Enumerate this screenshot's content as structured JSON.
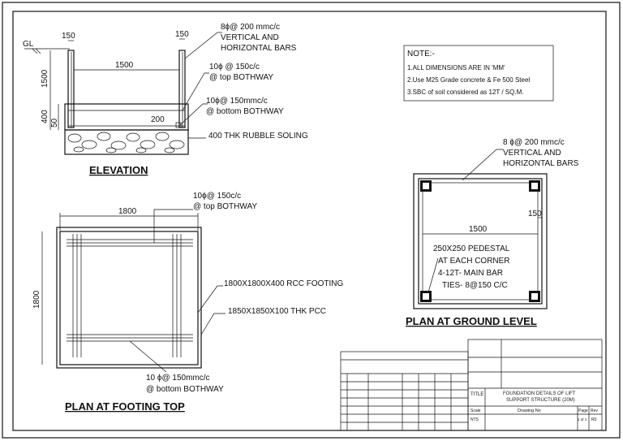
{
  "elevation": {
    "gl_label": "GL",
    "dim_wall_left": "150",
    "dim_wall_right": "150",
    "dim_width": "1500",
    "dim_height": "1500",
    "dim_base": "400",
    "dim_50": "50",
    "dim_200": "200",
    "ann_vert_line1": "8ϕ@ 200 mmc/c",
    "ann_vert_line2": "VERTICAL AND",
    "ann_vert_line3": "HORIZONTAL BARS",
    "ann_top_line1": "10ϕ @ 150c/c",
    "ann_top_line2": "@ top  BOTHWAY",
    "ann_bot_line1": "10ϕ@ 150mmc/c",
    "ann_bot_line2": "@ bottom  BOTHWAY",
    "ann_soling": "400 THK RUBBLE SOLING",
    "title": "ELEVATION"
  },
  "notes": {
    "heading": "NOTE:-",
    "items": [
      "1.ALL DIMENSIONS ARE IN 'MM'",
      "2.Use M25 Grade concrete & Fe 500 Steel",
      "3.SBC of soil considered as 12T / SQ.M."
    ]
  },
  "footing_plan": {
    "ann_top_line1": "10ϕ@ 150c/c",
    "ann_top_line2": "@ top  BOTHWAY",
    "dim_width": "1800",
    "dim_height": "1800",
    "ann_footing": "1800X1800X400 RCC FOOTING",
    "ann_pcc": "1850X1850X100 THK PCC",
    "ann_bot_line1": "10 ϕ@ 150mmc/c",
    "ann_bot_line2": "@ bottom  BOTHWAY",
    "title": "PLAN  AT FOOTING TOP"
  },
  "ground_plan": {
    "ann_line1": "8 ϕ@ 200 mmc/c",
    "ann_line2": "VERTICAL AND",
    "ann_line3": "HORIZONTAL BARS",
    "dim_width": "1500",
    "dim_150": "150",
    "pedestal_line1": "250X250 PEDESTAL",
    "pedestal_line2": "AT EACH CORNER",
    "pedestal_line3": "4-12T- MAIN BAR",
    "pedestal_line4": "TIES- 8@150 C/C",
    "title": "PLAN AT GROUND LEVEL"
  },
  "title_block": {
    "title_label": "TITLE",
    "title_line1": "FOUNDATION DETAILS OF LIFT",
    "title_line2": "SUPPORT STRUCTURE (20M)",
    "scale_label": "Scale",
    "scale_value": "NTS",
    "drawing_no_label": "Drawing No",
    "page_label": "Page",
    "page_value": "1 of 1",
    "rev_label": "Rev",
    "rev_value": "R0"
  }
}
